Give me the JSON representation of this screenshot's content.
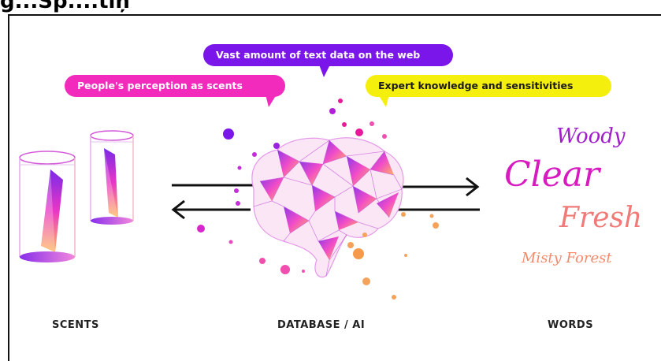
{
  "header": {
    "title": "g...Sp....tiņ"
  },
  "bubbles": {
    "web": "Vast amount of text data on the web",
    "people": "People's perception as scents",
    "expert": "Expert knowledge and sensitivities"
  },
  "labels": {
    "scents": "SCENTS",
    "database": "DATABASE / AI",
    "words": "WORDS"
  },
  "words": {
    "woody": "Woody",
    "clear": "Clear",
    "fresh": "Fresh",
    "misty": "Misty Forest"
  },
  "colors": {
    "purple": "#7a16ea",
    "pink": "#f22bbd",
    "yellow": "#f5ef0e",
    "orange": "#f5a25a"
  }
}
